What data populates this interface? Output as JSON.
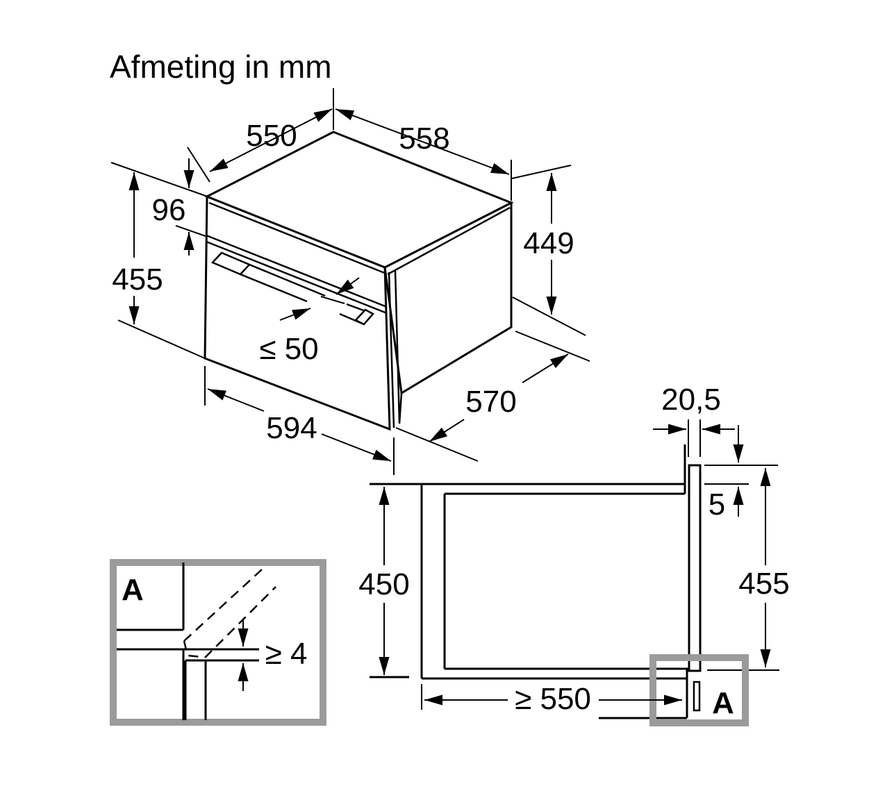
{
  "title": "Afmeting in mm",
  "colors": {
    "line": "#000000",
    "detail_frame": "#9b9b9b",
    "background": "#ffffff"
  },
  "isometric_view": {
    "dims": {
      "top_depth": "550",
      "top_width": "558",
      "control_panel_height": "96",
      "front_height": "455",
      "body_height": "449",
      "handle_clearance": "≤ 50",
      "front_width": "594",
      "body_depth": "570"
    }
  },
  "section_view": {
    "dims": {
      "front_offset": "20,5",
      "top_overlap": "5",
      "niche_height": "450",
      "front_panel_height": "455",
      "niche_depth_min": "≥ 550"
    },
    "detail_marker": "A"
  },
  "detail_view": {
    "label": "A",
    "dims": {
      "top_clearance_min": "≥ 4"
    }
  }
}
